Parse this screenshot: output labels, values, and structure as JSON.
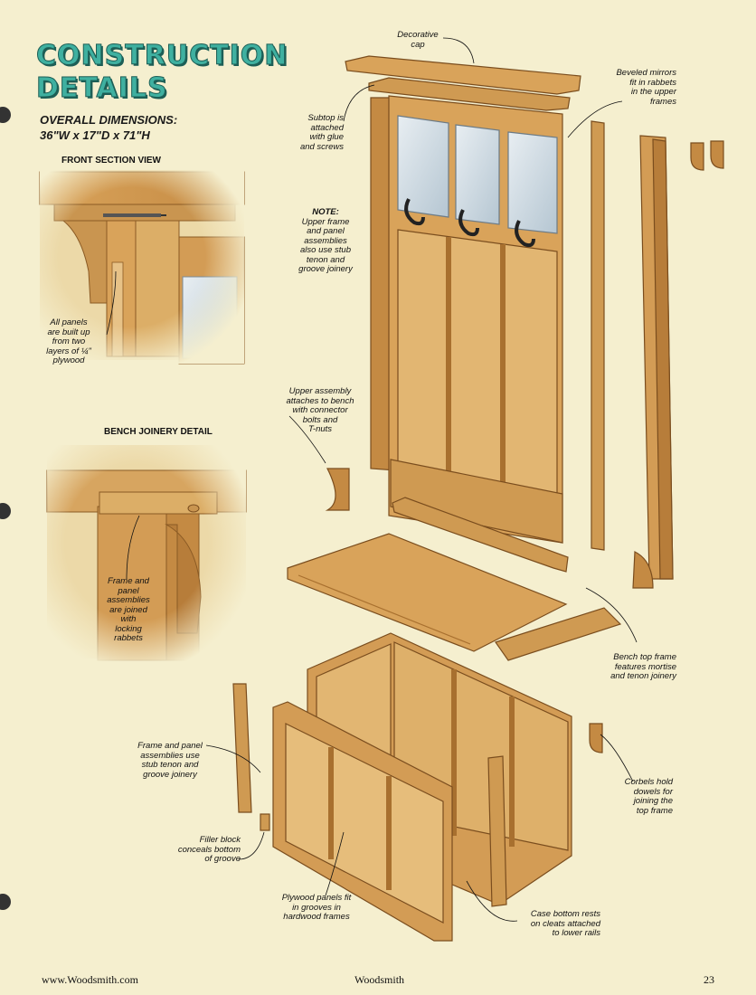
{
  "page": {
    "title_line1": "CONSTRUCTION",
    "title_line2": "DETAILS",
    "dims_line1": "OVERALL DIMENSIONS:",
    "dims_line2": "36\"W x 17\"D x 71\"H",
    "front_section_title": "FRONT SECTION VIEW",
    "bench_joinery_title": "BENCH JOINERY DETAIL"
  },
  "callouts": {
    "decorative_cap": [
      "Decorative",
      "cap"
    ],
    "beveled_mirrors": [
      "Beveled mirrors",
      "fit in rabbets",
      "in the upper",
      "frames"
    ],
    "subtop": [
      "Subtop is",
      "attached",
      "with glue",
      "and screws"
    ],
    "note": [
      "NOTE:",
      "Upper frame",
      "and panel",
      "assemblies",
      "also use stub",
      "tenon and",
      "groove joinery"
    ],
    "all_panels": [
      "All panels",
      "are built up",
      "from two",
      "layers of ¼\"",
      "plywood"
    ],
    "upper_assembly": [
      "Upper assembly",
      "attaches to bench",
      "with connector",
      "bolts and",
      "T-nuts"
    ],
    "frame_panel_locking": [
      "Frame and",
      "panel",
      "assemblies",
      "are joined",
      "with",
      "locking",
      "rabbets"
    ],
    "bench_top_frame": [
      "Bench top frame",
      "features mortise",
      "and tenon joinery"
    ],
    "frame_panel_stub": [
      "Frame and panel",
      "assemblies use",
      "stub tenon and",
      "groove joinery"
    ],
    "corbels": [
      "Corbels hold",
      "dowels for",
      "joining the",
      "top frame"
    ],
    "filler_block": [
      "Filler block",
      "conceals bottom",
      "of groove"
    ],
    "plywood_panels": [
      "Plywood panels fit",
      "in grooves in",
      "hardwood frames"
    ],
    "case_bottom": [
      "Case bottom rests",
      "on cleats attached",
      "to lower rails"
    ]
  },
  "footer": {
    "website": "www.Woodsmith.com",
    "magazine": "Woodsmith",
    "page_number": "23"
  },
  "colors": {
    "title_fill": "#3fb0a0",
    "title_outline": "#1d5f56",
    "wood": "#d9a35a",
    "wood_dark": "#a8702f",
    "paper": "#f5efcf"
  }
}
